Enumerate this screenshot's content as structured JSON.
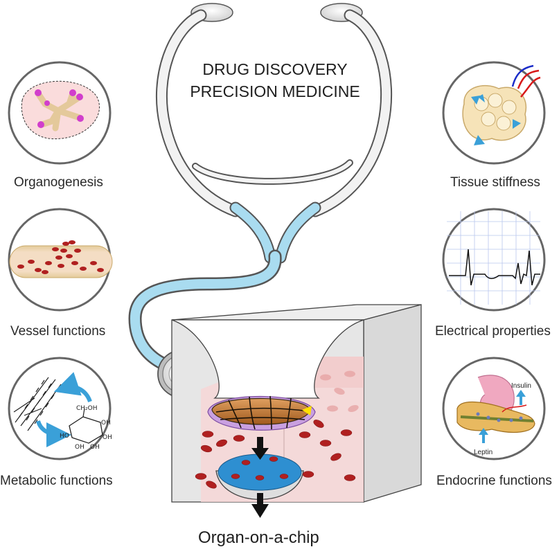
{
  "title": {
    "line1": "DRUG DISCOVERY",
    "line2": "PRECISION MEDICINE"
  },
  "footer": "Organ-on-a-chip",
  "left_panels": [
    {
      "label": "Organogenesis",
      "icon": "organoid-icon"
    },
    {
      "label": "Vessel functions",
      "icon": "blood-vessel-icon"
    },
    {
      "label": "Metabolic functions",
      "icon": "glucose-molecule-icon"
    }
  ],
  "right_panels": [
    {
      "label": "Tissue stiffness",
      "icon": "alveoli-icon"
    },
    {
      "label": "Electrical properties",
      "icon": "ecg-trace-icon"
    },
    {
      "label": "Endocrine functions",
      "icon": "pancreas-icon"
    }
  ],
  "glucose_labels": {
    "ch2oh": "CH₂OH",
    "oh_ring": "OH",
    "oh_left": "HO",
    "oh_1": "OH",
    "oh_2": "OH",
    "oh_3": "OH"
  },
  "endocrine_labels": {
    "insulin": "Insulin",
    "leptin": "Leptin"
  },
  "colors": {
    "tube_blue": "#a9dcf0",
    "circle_stroke": "#666666",
    "blood_red": "#b02020",
    "arrow_blue": "#3aa0d8"
  }
}
